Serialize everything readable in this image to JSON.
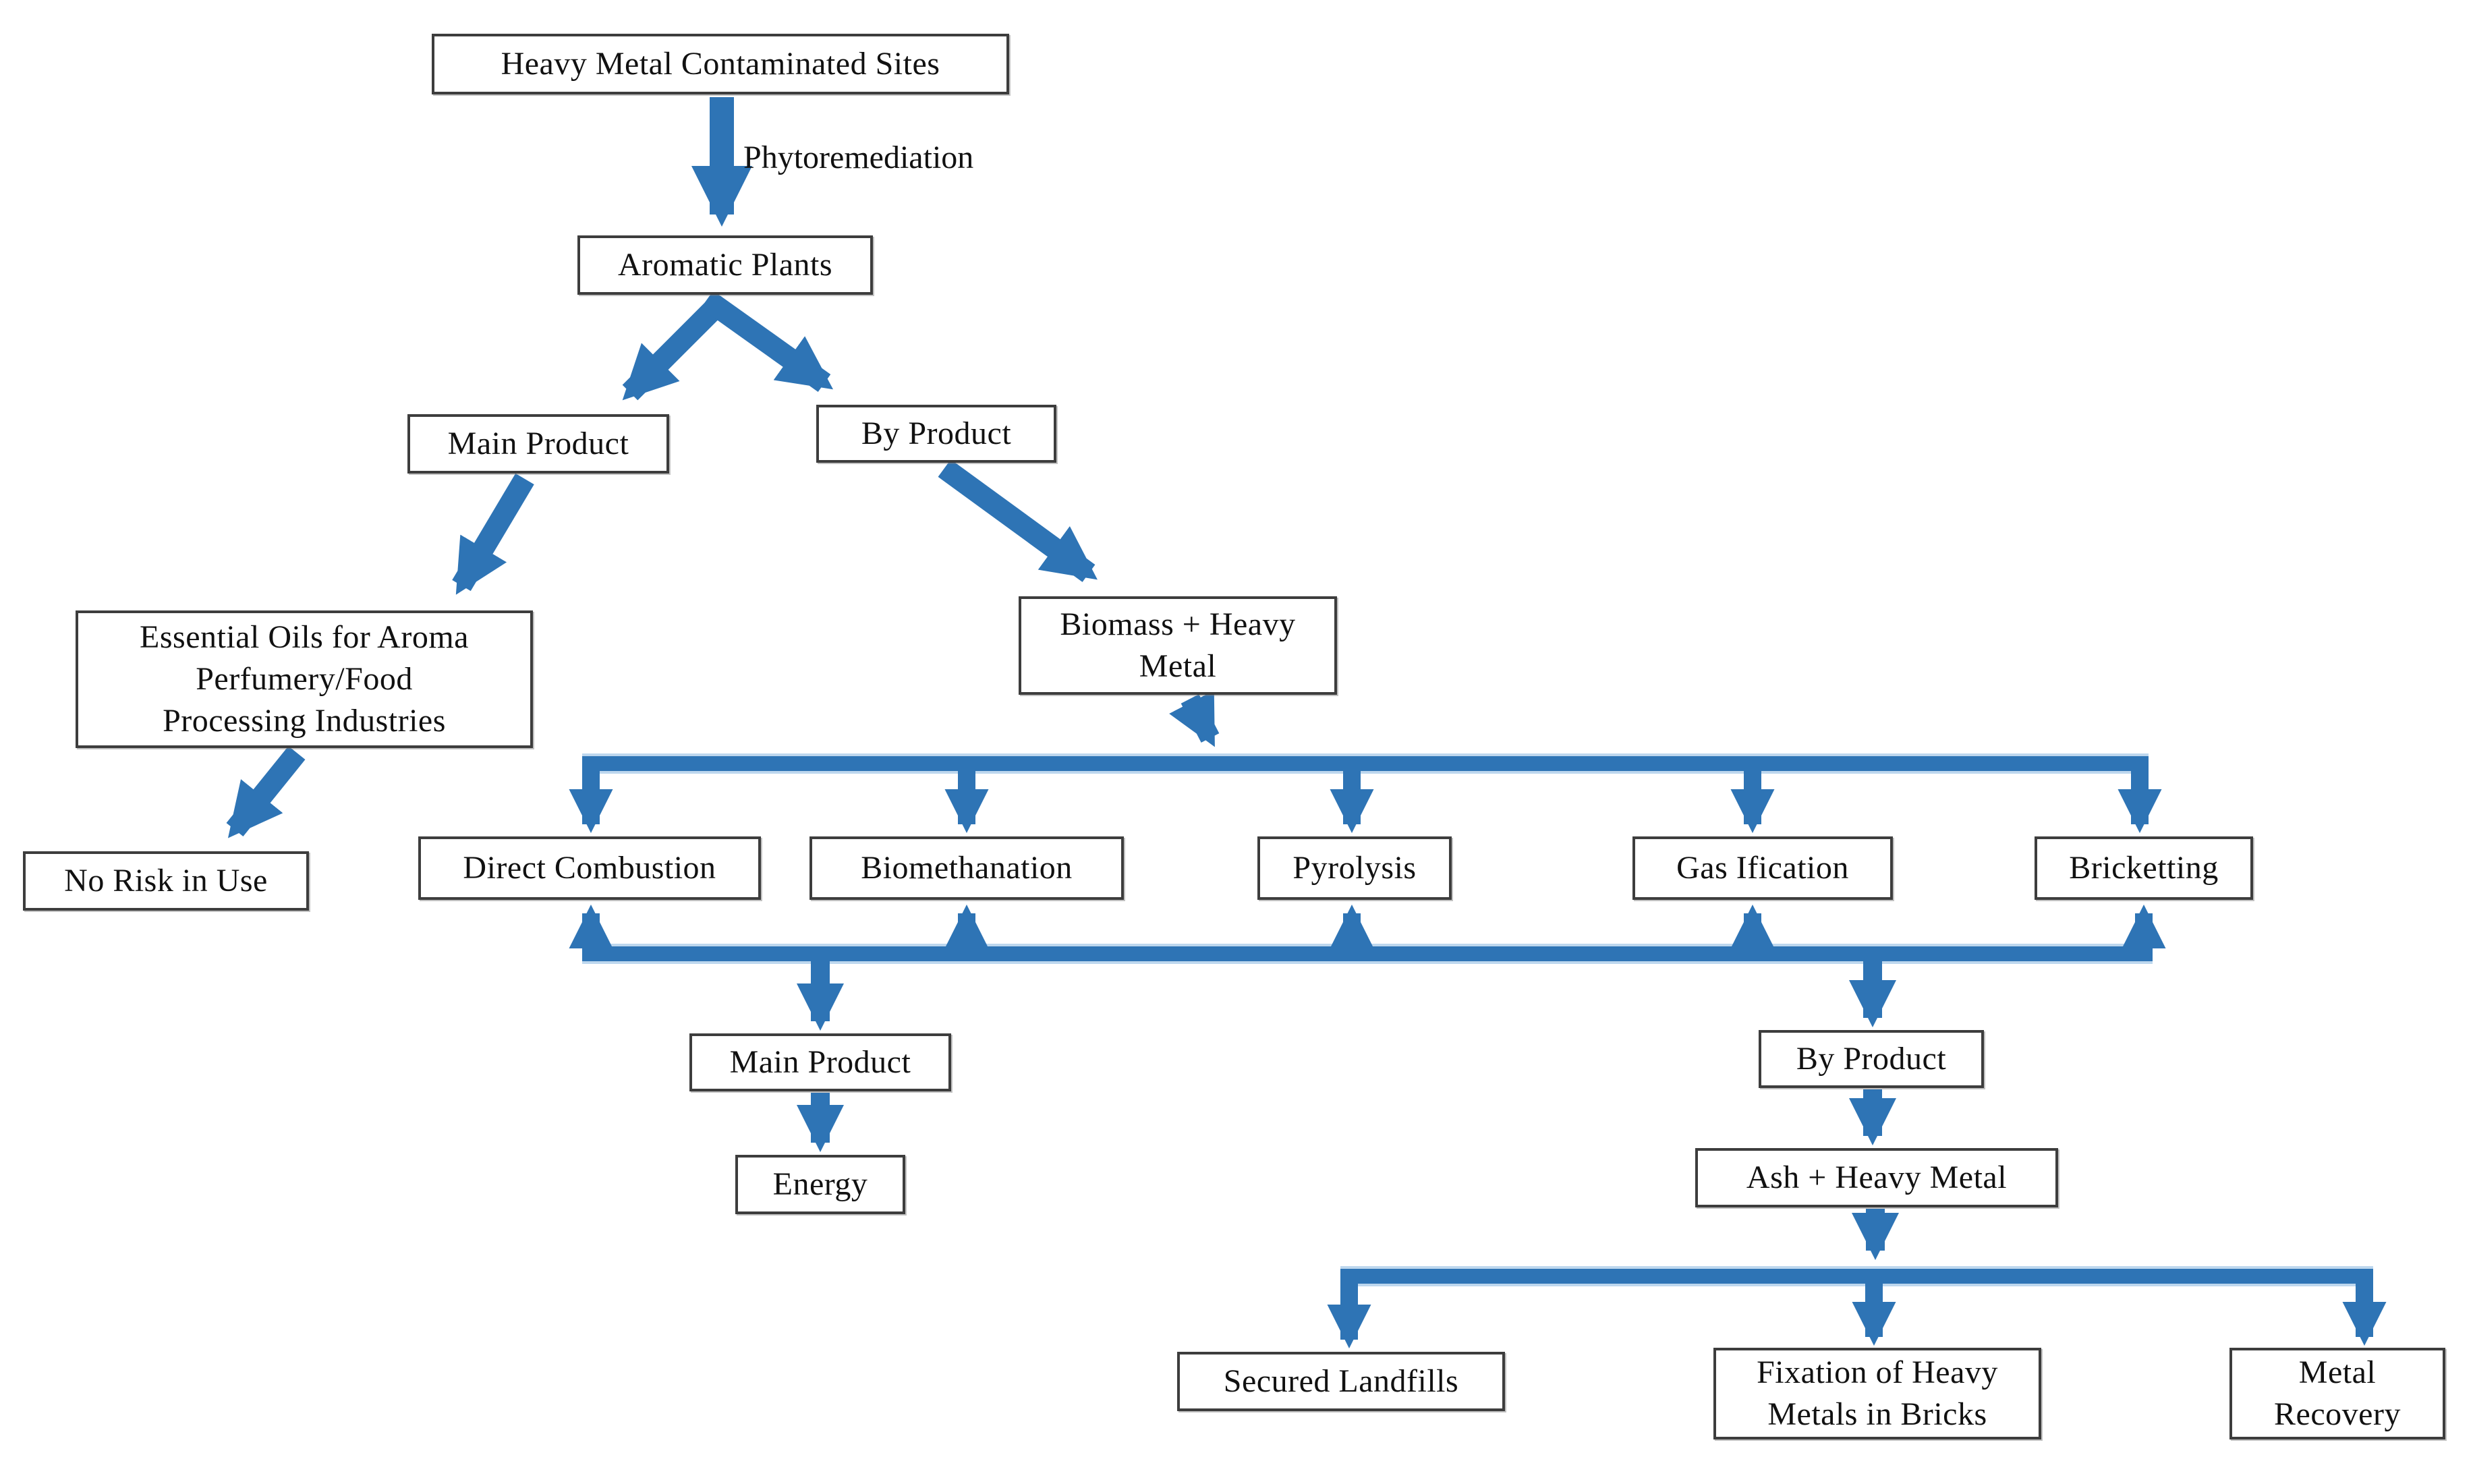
{
  "figure_type": "flowchart",
  "edge_label": "Phytoremediation",
  "colors": {
    "arrow_blue": "#2E74B5",
    "arrow_halo": "#BDD7EE",
    "box_border": "#3D3D3D",
    "text": "#111111",
    "background": "#FFFFFF"
  },
  "nodes": {
    "sites": {
      "label": "Heavy Metal Contaminated Sites"
    },
    "aromatic_plants": {
      "label": "Aromatic Plants"
    },
    "main_product_top": {
      "label": "Main Product"
    },
    "by_product_top": {
      "label": "By Product"
    },
    "essential_oils": {
      "label": "Essential Oils for Aroma Perfumery/Food Processing Industries",
      "lines": [
        "Essential Oils for Aroma",
        "Perfumery/Food",
        "Processing Industries"
      ]
    },
    "no_risk": {
      "label": "No Risk in Use"
    },
    "biomass": {
      "label": "Biomass + Heavy Metal",
      "lines": [
        "Biomass + Heavy",
        "Metal"
      ]
    },
    "direct_combustion": {
      "label": "Direct Combustion"
    },
    "biomethanation": {
      "label": "Biomethanation"
    },
    "pyrolysis": {
      "label": "Pyrolysis"
    },
    "gasification": {
      "label": "Gas Ification"
    },
    "bricketting": {
      "label": "Bricketting"
    },
    "main_product_bottom": {
      "label": "Main Product"
    },
    "energy": {
      "label": "Energy"
    },
    "by_product_bottom": {
      "label": "By Product"
    },
    "ash": {
      "label": "Ash + Heavy Metal"
    },
    "secured_landfills": {
      "label": "Secured Landfills"
    },
    "fixation_bricks": {
      "label": "Fixation of Heavy Metals in Bricks",
      "lines": [
        "Fixation of Heavy",
        "Metals in Bricks"
      ]
    },
    "metal_recovery": {
      "label": "Metal Recovery",
      "lines": [
        "Metal",
        "Recovery"
      ]
    }
  }
}
